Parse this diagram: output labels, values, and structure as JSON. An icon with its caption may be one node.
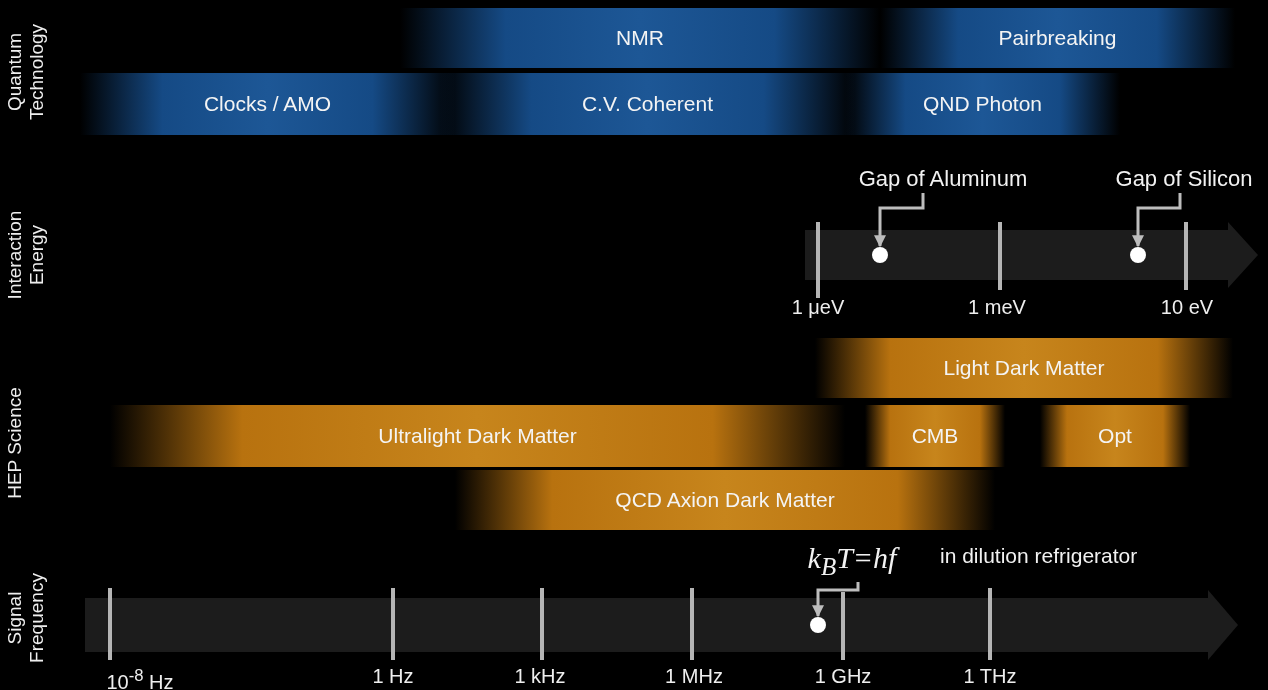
{
  "diagram": {
    "nodes": [
      {
        "text": [
          "NMR"
        ]
      },
      {
        "text": [
          "Pairbreaking"
        ]
      },
      {
        "text": [
          "Clocks / AMO"
        ]
      },
      {
        "text": [
          "C.V. Coherent"
        ]
      },
      {
        "text": [
          "QND Photon"
        ]
      },
      {
        "text": [
          "Gap of Aluminum"
        ]
      },
      {
        "text": [],
        "shape": "circle"
      },
      {
        "text": [
          "Gap of Silicon"
        ]
      },
      {
        "text": [],
        "shape": "circle"
      },
      {
        "text": [
          "Light Dark Matter"
        ]
      },
      {
        "text": [
          "Ultralight Dark Matter"
        ]
      },
      {
        "text": [
          "CMB"
        ]
      },
      {
        "text": [
          "Opt"
        ]
      },
      {
        "text": [
          "QCD Axion Dark Matter"
        ]
      },
      {
        "text": [
          "k$_{B}$T=hf"
        ]
      },
      {
        "text": [],
        "shape": "circle"
      }
    ],
    "edges": [
      {
        "from": 5,
        "to": 6,
        "arrow": "to"
      },
      {
        "from": 7,
        "to": 8,
        "arrow": "to"
      },
      {
        "from": 14,
        "to": 15,
        "arrow": "to"
      }
    ],
    "labels": [
      "Quantum Technology",
      "Interaction Energy",
      "1 μeV",
      "1 meV",
      "10 eV",
      "HEP Science",
      "in dilution refrigerator",
      "Signal Frequency",
      "10$^{-8}$ Hz",
      "1 Hz",
      "1 kHz",
      "1 MHz",
      "1 GHz",
      "1 THz"
    ]
  }
}
